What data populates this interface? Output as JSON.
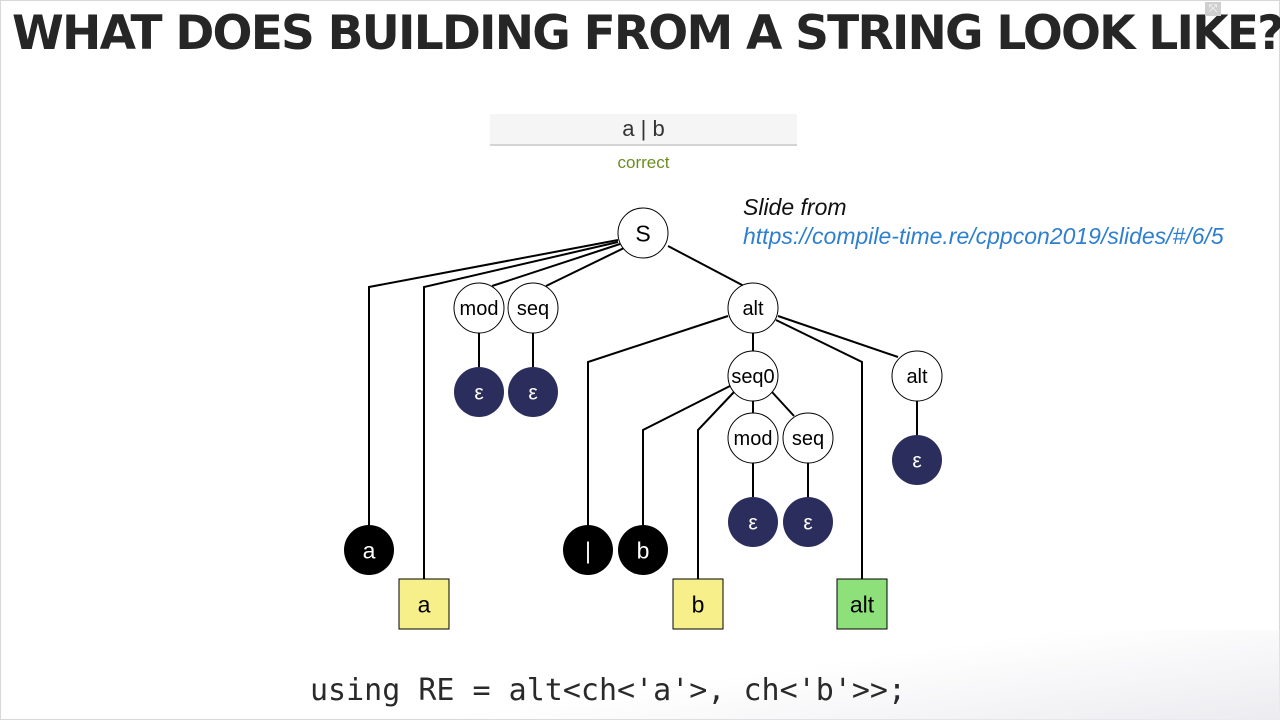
{
  "slide": {
    "title": "WHAT DOES BUILDING FROM A STRING LOOK LIKE?",
    "regex_input": "a | b",
    "status": "correct",
    "attribution": {
      "prefix": "Slide from",
      "url": "https://compile-time.re/cppcon2019/slides/#/6/5"
    },
    "code": "using RE = alt<ch<'a'>, ch<'b'>>;",
    "corner_icon": "fullscreen-icon"
  },
  "tree": {
    "nodes": [
      {
        "id": "S",
        "label": "S",
        "kind": "nonterminal"
      },
      {
        "id": "mod1",
        "label": "mod",
        "kind": "nonterminal"
      },
      {
        "id": "seq1",
        "label": "seq",
        "kind": "nonterminal"
      },
      {
        "id": "alt1",
        "label": "alt",
        "kind": "nonterminal"
      },
      {
        "id": "eps1",
        "label": "ε",
        "kind": "epsilon"
      },
      {
        "id": "eps2",
        "label": "ε",
        "kind": "epsilon"
      },
      {
        "id": "seq0",
        "label": "seq0",
        "kind": "nonterminal"
      },
      {
        "id": "alt2",
        "label": "alt",
        "kind": "nonterminal"
      },
      {
        "id": "mod2",
        "label": "mod",
        "kind": "nonterminal"
      },
      {
        "id": "seq2",
        "label": "seq",
        "kind": "nonterminal"
      },
      {
        "id": "eps3",
        "label": "ε",
        "kind": "epsilon"
      },
      {
        "id": "eps4",
        "label": "ε",
        "kind": "epsilon"
      },
      {
        "id": "eps5",
        "label": "ε",
        "kind": "epsilon"
      },
      {
        "id": "tA",
        "label": "a",
        "kind": "terminal"
      },
      {
        "id": "tPipe",
        "label": "|",
        "kind": "terminal"
      },
      {
        "id": "tB",
        "label": "b",
        "kind": "terminal"
      },
      {
        "id": "aA",
        "label": "a",
        "kind": "action-char"
      },
      {
        "id": "aB",
        "label": "b",
        "kind": "action-char"
      },
      {
        "id": "aAlt",
        "label": "alt",
        "kind": "action-alt"
      }
    ],
    "edges": [
      [
        "S",
        "tA"
      ],
      [
        "S",
        "aA"
      ],
      [
        "S",
        "mod1"
      ],
      [
        "S",
        "seq1"
      ],
      [
        "S",
        "alt1"
      ],
      [
        "mod1",
        "eps1"
      ],
      [
        "seq1",
        "eps2"
      ],
      [
        "alt1",
        "tPipe"
      ],
      [
        "alt1",
        "seq0"
      ],
      [
        "alt1",
        "aAlt"
      ],
      [
        "alt1",
        "alt2"
      ],
      [
        "seq0",
        "tB"
      ],
      [
        "seq0",
        "aB"
      ],
      [
        "seq0",
        "mod2"
      ],
      [
        "seq0",
        "seq2"
      ],
      [
        "mod2",
        "eps3"
      ],
      [
        "seq2",
        "eps4"
      ],
      [
        "alt2",
        "eps5"
      ]
    ],
    "colors": {
      "nonterminal_fill": "#ffffff",
      "epsilon_fill": "#2b2d5c",
      "terminal_fill": "#000000",
      "action_char_fill": "#f7ef8a",
      "action_alt_fill": "#8ee07a",
      "edge": "#000000"
    }
  }
}
